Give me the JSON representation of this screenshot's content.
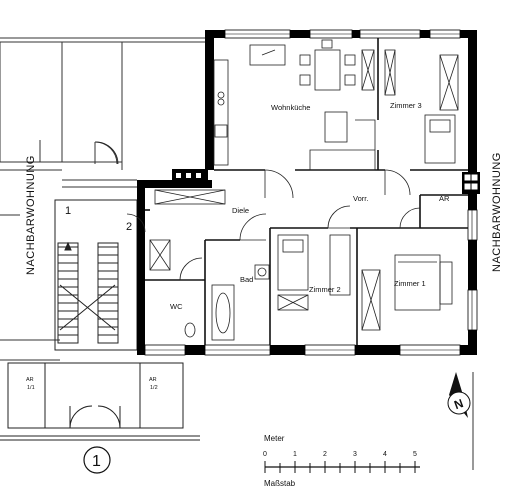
{
  "rooms": {
    "wohnkueche": "Wohnküche",
    "zimmer3": "Zimmer 3",
    "zimmer2": "Zimmer 2",
    "zimmer1": "Zimmer 1",
    "bad": "Bad",
    "wc": "WC",
    "diele": "Diele",
    "vorr": "Vorr.",
    "ar": "AR"
  },
  "neighbors": {
    "left": "NACHBARWOHNUNG",
    "right": "NACHBARWOHNUNG"
  },
  "stair_labels": {
    "one": "1",
    "two": "2"
  },
  "storage": {
    "ar1_a": "AR",
    "ar1_b": "1/1",
    "ar2_a": "AR",
    "ar2_b": "1/2"
  },
  "entrance_marker": "1",
  "north_label": "N",
  "scale": {
    "title": "Meter",
    "unit_label": "Maßstab",
    "ticks": [
      "0",
      "1",
      "2",
      "3",
      "4",
      "5"
    ]
  }
}
